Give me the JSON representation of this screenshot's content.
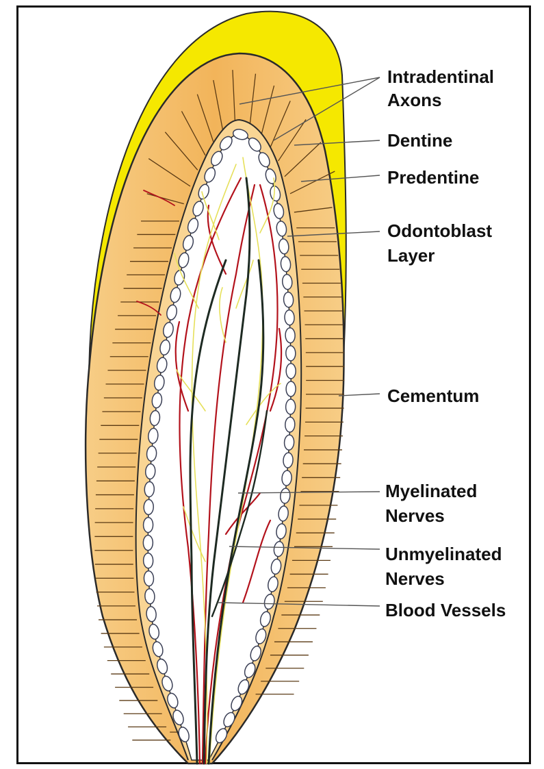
{
  "labels": {
    "intradentinal_axons": [
      "Intradentinal",
      "Axons"
    ],
    "dentine": "Dentine",
    "predentine": "Predentine",
    "odontoblast_layer": [
      "Odontoblast",
      "Layer"
    ],
    "cementum": "Cementum",
    "myelinated_nerves": [
      "Myelinated",
      "Nerves"
    ],
    "unmyelinated_nerves": [
      "Unmyelinated",
      "Nerves"
    ],
    "blood_vessels": "Blood Vessels"
  },
  "colors": {
    "enamel": "#f5e800",
    "dentine": "#f2b45a",
    "dentine_light": "#f7cd86",
    "odontoblast_cell": "#ffffff",
    "myelinated_nerve": "#1d2a22",
    "unmyelinated_nerve": "#e6e05a",
    "blood_vessel": "#b3121c",
    "outline": "#2a2a2a"
  }
}
